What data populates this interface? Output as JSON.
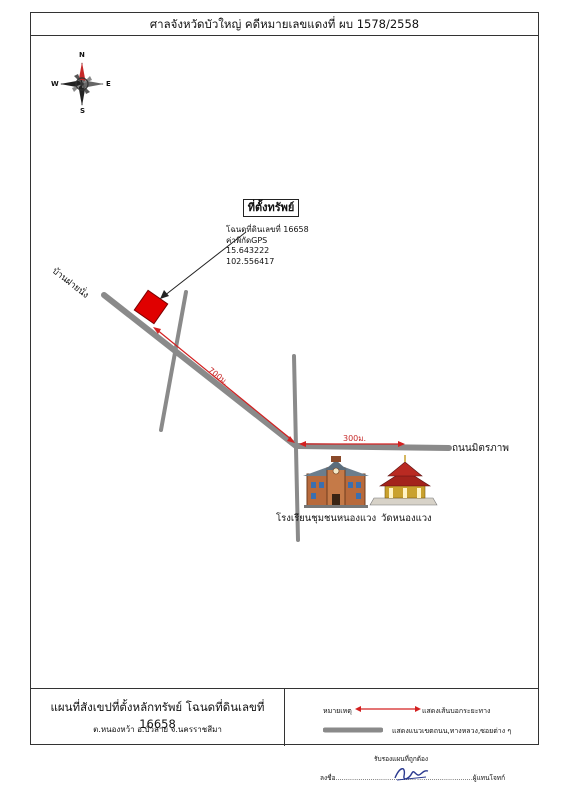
{
  "header": {
    "title": "ศาลจังหวัดบัวใหญ่ คดีหมายเลขแดงที่ ผบ 1578/2558"
  },
  "compass": {
    "n": "N",
    "s": "S",
    "e": "E",
    "w": "W"
  },
  "property": {
    "title": "ที่ตั้งทรัพย์",
    "deed": "โฉนดที่ดินเลขที่ 16658",
    "gps_label": "ค่าพิกัดGPS",
    "lat": "15.643222",
    "lon": "102.556417"
  },
  "map": {
    "road_village": "บ้านฝายนั่ง",
    "distance_1": "700ม.",
    "distance_2": "300ม.",
    "road_mittraphap": "ถนนมิตรภาพ",
    "school": "โรงเรียนชุมชนหนองแวง",
    "temple": "วัดหนองแวง"
  },
  "footer": {
    "title": "แผนที่สังเขปที่ตั้งหลักทรัพย์ โฉนดที่ดินเลขที่ 16658",
    "location": "ต.หนองหว้า  อ.บัวลาย  จ.นครราชสีมา",
    "legend_label": "หมายเหตุ",
    "legend_arrow_desc": "แสดงเส้นบอกระยะทาง",
    "legend_road_desc": "แสดงแนวเขตถนน,ทางหลวง,ซอยต่าง ๆ"
  },
  "signature": {
    "certify": "รับรองแผนที่ถูกต้อง",
    "sign_prefix": "ลงชื่อ.......................................",
    "sign_suffix": "...........................ผู้แทนโจทก์"
  },
  "colors": {
    "road": "#8a8a8a",
    "property": "#e00000",
    "arrow": "#d32020"
  }
}
